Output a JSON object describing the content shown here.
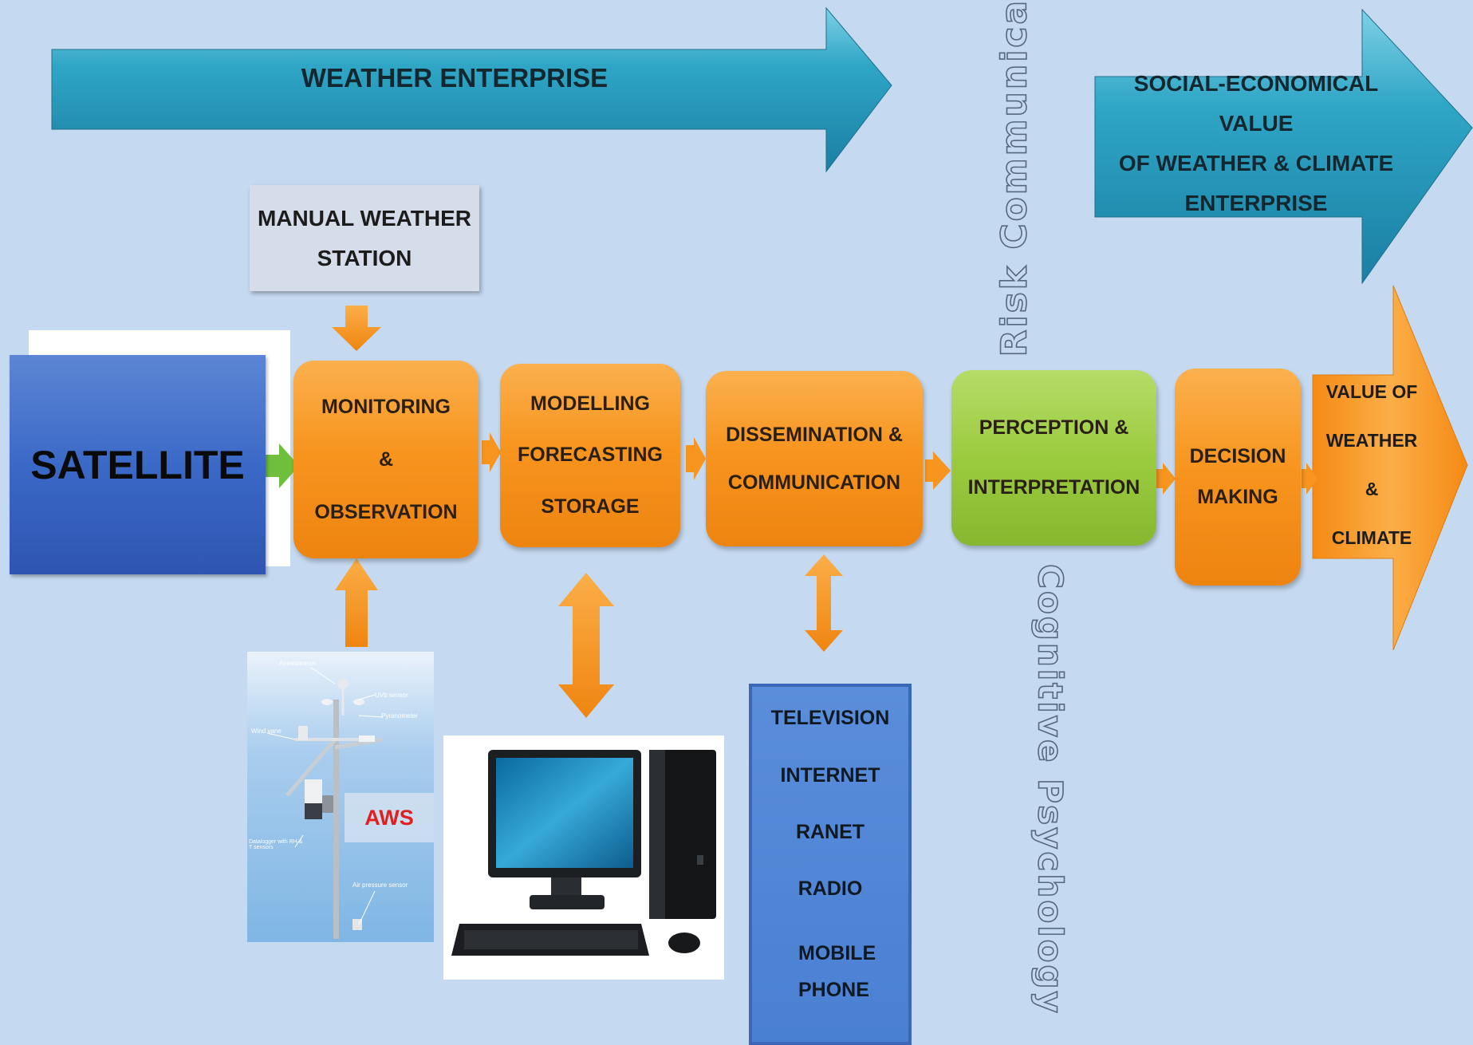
{
  "colors": {
    "background": "#c5d9f0",
    "orange": "#f7951f",
    "green": "#9bcb3f",
    "teal": "#2fa6c6",
    "blue": "#3b69c7"
  },
  "top_arrow": {
    "label": "WEATHER ENTERPRISE"
  },
  "value_arrow": {
    "lines": [
      "SOCIAL-ECONOMICAL VALUE",
      "OF WEATHER & CLIMATE",
      "ENTERPRISE"
    ]
  },
  "manual_station": {
    "lines": [
      "MANUAL WEATHER",
      "STATION"
    ]
  },
  "satellite": {
    "label": "SATELLITE"
  },
  "boxes": {
    "monitoring": [
      "MONITORING",
      "&",
      "OBSERVATION"
    ],
    "modelling": [
      "MODELLING",
      "FORECASTING",
      "STORAGE"
    ],
    "dissemination": [
      "DISSEMINATION &",
      "COMMUNICATION"
    ],
    "perception": [
      "PERCEPTION &",
      "INTERPRETATION"
    ],
    "decision": [
      "DECISION",
      "MAKING"
    ]
  },
  "value_weather": [
    "VALUE OF",
    "WEATHER",
    "&",
    "CLIMATE"
  ],
  "risk_label": "Risk Communicatio",
  "cognitive_label": "Cognitive Psychology",
  "aws": {
    "label": "AWS",
    "parts": [
      "Anemometer",
      "UVb sensor",
      "Pyranometer",
      "Wind vane",
      "Datalogger with RH & T sensors",
      "Air pressure sensor"
    ]
  },
  "media": [
    "TELEVISION",
    "INTERNET",
    "RANET",
    "RADIO",
    "MOBILE PHONE"
  ]
}
